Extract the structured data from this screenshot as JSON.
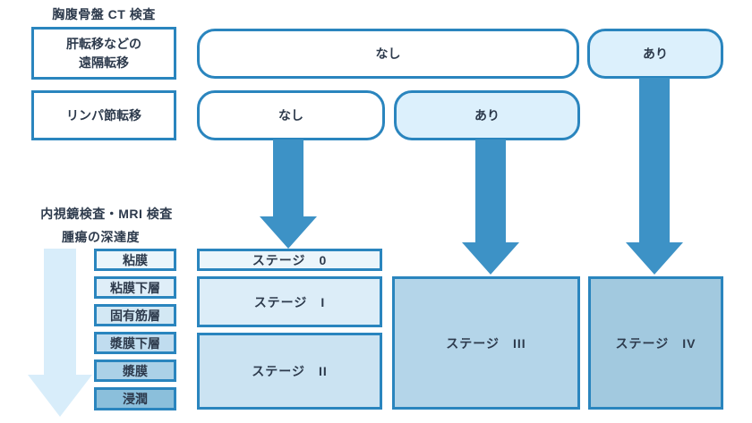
{
  "colors": {
    "border-blue": "#2a85be",
    "arrow-blue": "#3d92c6",
    "arrow-light": "#d8edfa",
    "text-dark": "#2d3a4c",
    "fill-lightblue": "#dcf0fc"
  },
  "ct": {
    "title": "胸腹骨盤 CT 検査",
    "distant_label_line1": "肝転移などの",
    "distant_label_line2": "遠隔転移",
    "lymph_label": "リンパ節転移",
    "distant_none": "なし",
    "distant_yes": "あり",
    "lymph_none": "なし",
    "lymph_yes": "あり"
  },
  "endoscopy": {
    "title": "内視鏡検査・MRI 検査",
    "subtitle": "腫瘍の深達度",
    "depth_layers": [
      {
        "label": "粘膜",
        "fill": "#ebf5fb"
      },
      {
        "label": "粘膜下層",
        "fill": "#dfeef8"
      },
      {
        "label": "固有筋層",
        "fill": "#d3e8f4"
      },
      {
        "label": "漿膜下層",
        "fill": "#c0dcef"
      },
      {
        "label": "漿膜",
        "fill": "#abd1e7"
      },
      {
        "label": "浸潤",
        "fill": "#8bbfdb"
      }
    ]
  },
  "stages": [
    {
      "label": "ステージ　0",
      "fill": "#ebf5fb"
    },
    {
      "label": "ステージ　I",
      "fill": "#dcedf8"
    },
    {
      "label": "ステージ　II",
      "fill": "#cbe3f2"
    },
    {
      "label": "ステージ　III",
      "fill": "#b4d5e9"
    },
    {
      "label": "ステージ　IV",
      "fill": "#a2c9df"
    }
  ]
}
